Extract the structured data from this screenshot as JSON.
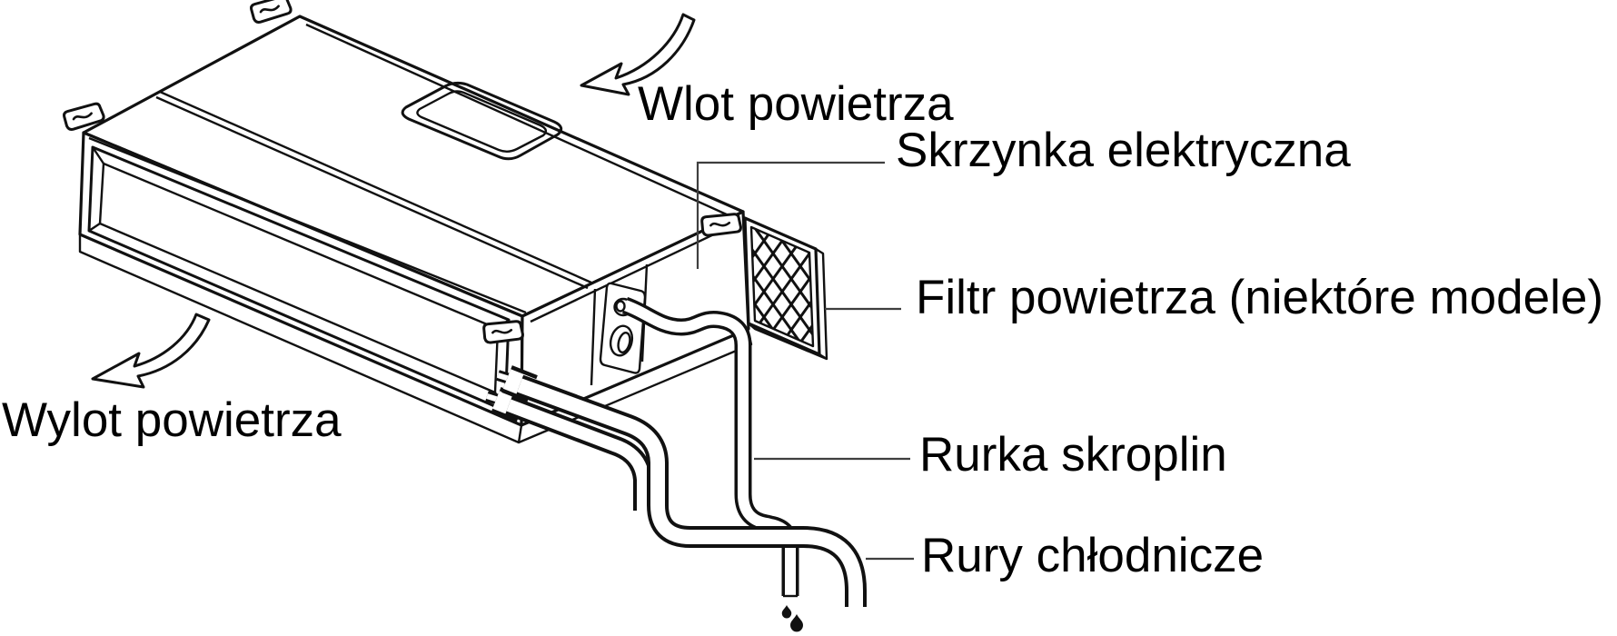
{
  "diagram": {
    "type": "technical-illustration",
    "subject": "ducted-indoor-air-conditioning-unit",
    "labels": {
      "air_inlet": "Wlot powietrza",
      "electrical_box": "Skrzynka elektryczna",
      "air_filter": "Filtr powietrza (niektóre modele)",
      "drain_pipe": "Rurka skroplin",
      "refrigerant_pipes": "Rury chłodnicze",
      "air_outlet": "Wylot powietrza"
    },
    "colors": {
      "line": "#111111",
      "leader_line": "#3f3f3f",
      "text": "#000000",
      "background": "#ffffff"
    }
  }
}
